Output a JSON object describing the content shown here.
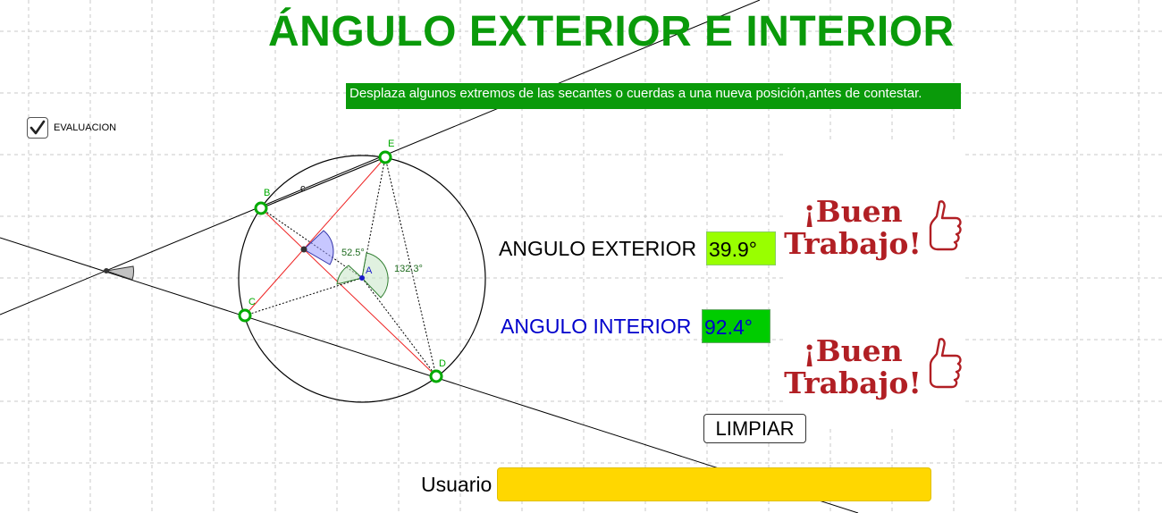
{
  "title": "ÁNGULO EXTERIOR E INTERIOR",
  "instruction": "Desplaza algunos extremos de las secantes o cuerdas a una nueva posición,antes de contestar.",
  "checkbox": {
    "label": "EVALUACION",
    "checked": true
  },
  "geometry_labels": {
    "point_B": "B",
    "point_C": "C",
    "point_D": "D",
    "point_E": "E",
    "point_A": "A",
    "segment_c": "c",
    "angle_small": "52.5°",
    "angle_large": "132.3°"
  },
  "exterior": {
    "label": "ANGULO EXTERIOR",
    "value": "39.9°"
  },
  "interior": {
    "label": "ANGULO INTERIOR",
    "value": "92.4°"
  },
  "feedback": {
    "line1": "¡Buen",
    "line2": "Trabajo!"
  },
  "limpiar_label": "LIMPIAR",
  "usuario_label": "Usuario",
  "usuario_value": "",
  "colors": {
    "title": "#0a9a0a",
    "exterior_box": "#99ff00",
    "interior_box": "#00cc00",
    "interior_text": "#0000cc",
    "usuario_box": "#ffd700",
    "feedback_text": "#b11f24",
    "point_ring": "#00aa00"
  }
}
